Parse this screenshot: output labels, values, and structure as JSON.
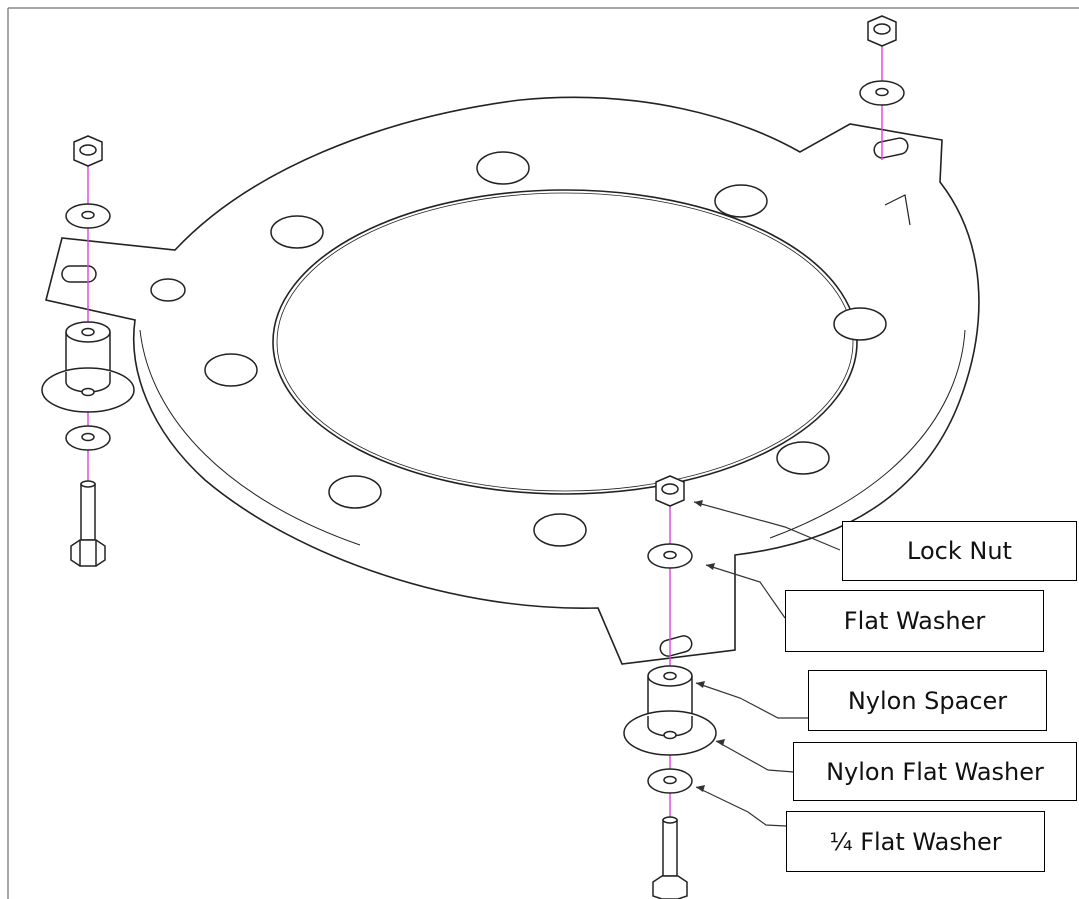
{
  "diagram": {
    "callouts": {
      "lock_nut": "Lock Nut",
      "flat_washer": "Flat Washer",
      "nylon_spacer": "Nylon Spacer",
      "nylon_flat_washer": "Nylon Flat Washer",
      "quarter_flat_washer": "¼ Flat Washer"
    },
    "colors": {
      "line": "#222222",
      "axis": "#e040e0",
      "frame": "#888888"
    }
  }
}
